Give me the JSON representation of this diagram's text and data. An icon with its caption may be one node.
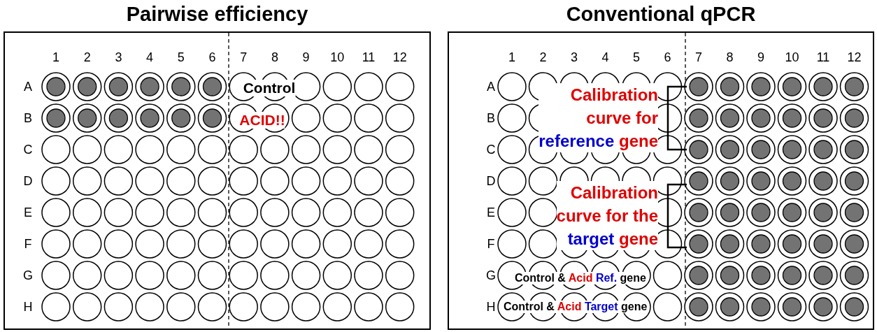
{
  "diagram": {
    "nodes": [
      {
        "text": [
          "Pairwise efficiency"
        ]
      },
      {
        "text": [
          "Conventional qPCR"
        ]
      }
    ],
    "labels": [
      "1",
      "2",
      "3",
      "4",
      "5",
      "6",
      "7",
      "8",
      "9",
      "10",
      "11",
      "12",
      "A",
      "B",
      "C",
      "D",
      "E",
      "F",
      "G",
      "H",
      "Control",
      "ACID!!",
      "1",
      "2",
      "3",
      "4",
      "5",
      "6",
      "7",
      "8",
      "9",
      "10",
      "11",
      "12",
      "A",
      "B",
      "C",
      "D",
      "E",
      "F",
      "G",
      "H",
      "Calibration curve for reference gene",
      "Calibration curve for the target gene",
      "Control & Acid Ref. gene",
      "Control & Acid Target gene"
    ]
  }
}
